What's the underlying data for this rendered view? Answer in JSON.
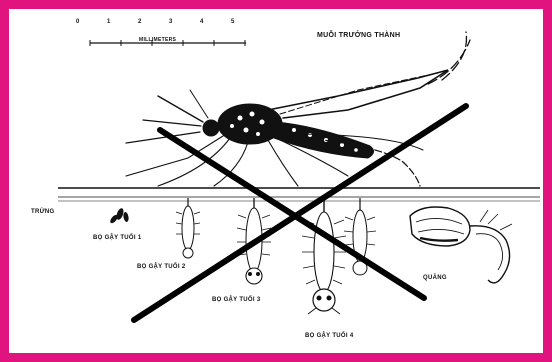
{
  "colors": {
    "frame": "#e0137f",
    "ink": "#111111",
    "background": "#ffffff"
  },
  "scale_bar": {
    "ticks": [
      "0",
      "1",
      "2",
      "3",
      "4",
      "5"
    ],
    "unit": "MILLIMETERS"
  },
  "labels": {
    "adult": "MUỖI TRƯỞNG THÀNH",
    "egg": "TRỨNG",
    "larva_1": "BỌ GẬY TUỔI 1",
    "larva_2": "BỌ GẬY TUỔI 2",
    "larva_3": "BỌ GẬY TUỔI 3",
    "larva_4": "BỌ GẬY TUỔI 4",
    "pupa": "QUĂNG"
  }
}
